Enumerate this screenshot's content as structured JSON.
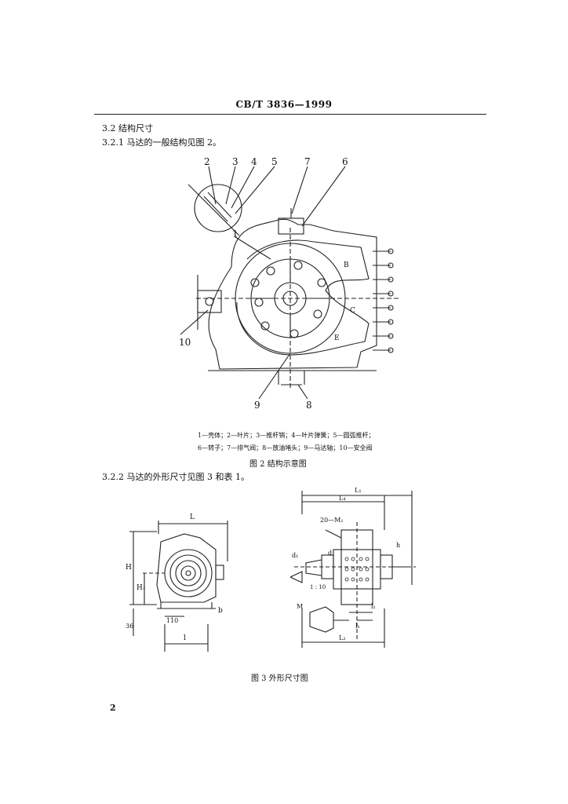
{
  "header": {
    "standard_no": "CB/T  3836—1999"
  },
  "sections": {
    "s322_head": "3.2  结构尺寸",
    "s3221": "3.2.1  马达的一般结构见图 2。",
    "s3222": "3.2.2  马达的外形尺寸见图 3 和表 1。"
  },
  "figure2": {
    "callouts": [
      "2",
      "3",
      "4",
      "5",
      "7",
      "6",
      "1",
      "10",
      "9",
      "8"
    ],
    "letters": [
      "B",
      "C",
      "E"
    ],
    "legend_line1": "1—壳体；2—叶片；3—推杆销；4—叶片弹簧；5—圆弧推杆；",
    "legend_line2": "6—转子；7—排气阀；8—放油堵头；9—马达轴；10—安全阀",
    "caption": "图 2   结构示意图"
  },
  "figure3": {
    "left_labels": {
      "L": "L",
      "H": "H",
      "H1": "H₁",
      "l": "l",
      "110": "110",
      "b": "b",
      "36": "36"
    },
    "right_labels": {
      "L1": "L₁",
      "L4": "L₄",
      "M1": "20—M₁",
      "d1": "d₁",
      "d": "d",
      "h": "h",
      "slope": "1 : 10",
      "M": "M",
      "l1": "l₁",
      "l2": "l₁",
      "L2": "L₂"
    },
    "caption": "图 3   外形尺寸图"
  },
  "page_number": "2"
}
